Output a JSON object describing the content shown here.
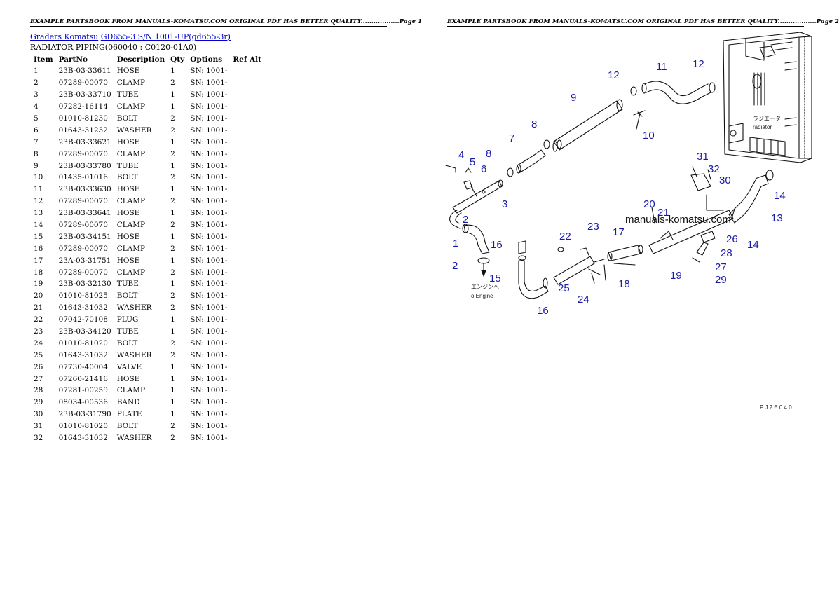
{
  "header": {
    "page1": "EXAMPLE PARTSBOOK FROM MANUALS-KOMATSU.COM ORIGINAL PDF HAS BETTER QUALITY..................Page 1",
    "page2": "EXAMPLE PARTSBOOK FROM MANUALS-KOMATSU.COM ORIGINAL PDF HAS BETTER QUALITY..................Page 2"
  },
  "breadcrumb": {
    "link1": "Graders Komatsu",
    "link2": "GD655-3 S/N 1001-UP(gd655-3r)"
  },
  "subtitle": "RADIATOR PIPING(060040 : C0120-01A0)",
  "table": {
    "headers": [
      "Item",
      "PartNo",
      "Description",
      "Qty",
      "Options",
      "Ref Alt"
    ],
    "rows": [
      [
        "1",
        "23B-03-33611",
        "HOSE",
        "1",
        "SN: 1001-"
      ],
      [
        "2",
        "07289-00070",
        "CLAMP",
        "2",
        "SN: 1001-"
      ],
      [
        "3",
        "23B-03-33710",
        "TUBE",
        "1",
        "SN: 1001-"
      ],
      [
        "4",
        "07282-16114",
        "CLAMP",
        "1",
        "SN: 1001-"
      ],
      [
        "5",
        "01010-81230",
        "BOLT",
        "2",
        "SN: 1001-"
      ],
      [
        "6",
        "01643-31232",
        "WASHER",
        "2",
        "SN: 1001-"
      ],
      [
        "7",
        "23B-03-33621",
        "HOSE",
        "1",
        "SN: 1001-"
      ],
      [
        "8",
        "07289-00070",
        "CLAMP",
        "2",
        "SN: 1001-"
      ],
      [
        "9",
        "23B-03-33780",
        "TUBE",
        "1",
        "SN: 1001-"
      ],
      [
        "10",
        "01435-01016",
        "BOLT",
        "2",
        "SN: 1001-"
      ],
      [
        "11",
        "23B-03-33630",
        "HOSE",
        "1",
        "SN: 1001-"
      ],
      [
        "12",
        "07289-00070",
        "CLAMP",
        "2",
        "SN: 1001-"
      ],
      [
        "13",
        "23B-03-33641",
        "HOSE",
        "1",
        "SN: 1001-"
      ],
      [
        "14",
        "07289-00070",
        "CLAMP",
        "2",
        "SN: 1001-"
      ],
      [
        "15",
        "23B-03-34151",
        "HOSE",
        "1",
        "SN: 1001-"
      ],
      [
        "16",
        "07289-00070",
        "CLAMP",
        "2",
        "SN: 1001-"
      ],
      [
        "17",
        "23A-03-31751",
        "HOSE",
        "1",
        "SN: 1001-"
      ],
      [
        "18",
        "07289-00070",
        "CLAMP",
        "2",
        "SN: 1001-"
      ],
      [
        "19",
        "23B-03-32130",
        "TUBE",
        "1",
        "SN: 1001-"
      ],
      [
        "20",
        "01010-81025",
        "BOLT",
        "2",
        "SN: 1001-"
      ],
      [
        "21",
        "01643-31032",
        "WASHER",
        "2",
        "SN: 1001-"
      ],
      [
        "22",
        "07042-70108",
        "PLUG",
        "1",
        "SN: 1001-"
      ],
      [
        "23",
        "23B-03-34120",
        "TUBE",
        "1",
        "SN: 1001-"
      ],
      [
        "24",
        "01010-81020",
        "BOLT",
        "2",
        "SN: 1001-"
      ],
      [
        "25",
        "01643-31032",
        "WASHER",
        "2",
        "SN: 1001-"
      ],
      [
        "26",
        "07730-40004",
        "VALVE",
        "1",
        "SN: 1001-"
      ],
      [
        "27",
        "07260-21416",
        "HOSE",
        "1",
        "SN: 1001-"
      ],
      [
        "28",
        "07281-00259",
        "CLAMP",
        "1",
        "SN: 1001-"
      ],
      [
        "29",
        "08034-00536",
        "BAND",
        "1",
        "SN: 1001-"
      ],
      [
        "30",
        "23B-03-31790",
        "PLATE",
        "1",
        "SN: 1001-"
      ],
      [
        "31",
        "01010-81020",
        "BOLT",
        "2",
        "SN: 1001-"
      ],
      [
        "32",
        "01643-31032",
        "WASHER",
        "2",
        "SN: 1001-"
      ]
    ]
  },
  "diagram": {
    "callouts": [
      "1",
      "2",
      "2",
      "3",
      "4",
      "5",
      "6",
      "7",
      "8",
      "8",
      "9",
      "10",
      "11",
      "12",
      "12",
      "13",
      "14",
      "14",
      "15",
      "16",
      "16",
      "17",
      "18",
      "19",
      "20",
      "21",
      "22",
      "23",
      "24",
      "25",
      "26",
      "27",
      "28",
      "29",
      "30",
      "31",
      "32"
    ],
    "radiator_label_jp": "ラジエータ",
    "radiator_label": "radiator",
    "engine_label_jp": "エンジンへ",
    "engine_label": "To Engine",
    "watermark": "manuals-komatsu.com",
    "figure_code": "P J 2 E 0 4 0"
  },
  "colors": {
    "callout": "#1a1aa8",
    "link": "#0000cc"
  }
}
